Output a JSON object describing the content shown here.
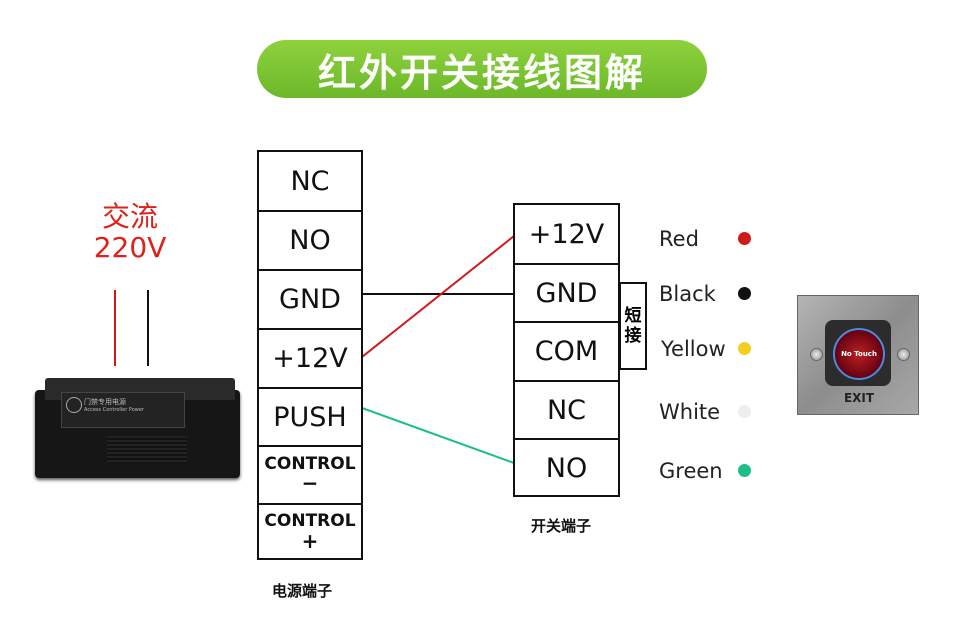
{
  "title": "红外开关接线图解",
  "ac": {
    "line1": "交流",
    "line2": "220V"
  },
  "power_terminal": {
    "caption": "电源端子",
    "cells": [
      "NC",
      "NO",
      "GND",
      "+12V",
      "PUSH"
    ],
    "control_minus": {
      "label": "CONTROL",
      "sign": "−"
    },
    "control_plus": {
      "label": "CONTROL",
      "sign": "+"
    }
  },
  "switch_terminal": {
    "caption": "开关端子",
    "cells": [
      "+12V",
      "GND",
      "COM",
      "NC",
      "NO"
    ],
    "short_label_1": "短",
    "short_label_2": "接"
  },
  "wire_colors": [
    {
      "name": "Red",
      "color": "#d0191b"
    },
    {
      "name": "Black",
      "color": "#111111"
    },
    {
      "name": "Yellow",
      "color": "#f2d022"
    },
    {
      "name": "White",
      "color": "#eeeeee"
    },
    {
      "name": "Green",
      "color": "#1dbf86"
    }
  ],
  "device": {
    "panel_text_1": "门禁专用电源",
    "panel_text_2": "Access Controller Power"
  },
  "exit_button": {
    "center_text": "No Touch",
    "label": "EXIT"
  }
}
